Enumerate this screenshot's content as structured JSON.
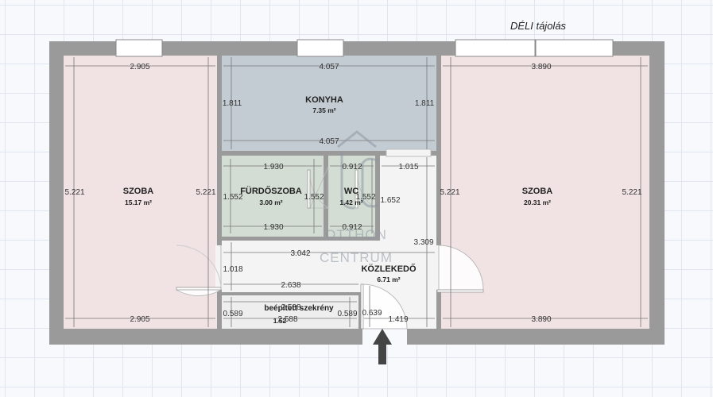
{
  "orientation": "DÉLI tájolás",
  "watermark": {
    "line1": "OTTHON",
    "line2": "CENTRUM",
    "logo": "house-logo-icon"
  },
  "rooms": {
    "szoba_left": {
      "name": "SZOBA",
      "area": "15.17 m²"
    },
    "konyha": {
      "name": "KONYHA",
      "area": "7.35 m²"
    },
    "furdoszoba": {
      "name": "FÜRDŐSZOBA",
      "area": "3.00 m²"
    },
    "wc": {
      "name": "WC",
      "area": "1.42 m²"
    },
    "kozlekedo": {
      "name": "KÖZLEKEDŐ",
      "area": "6.71 m²"
    },
    "beepitett": {
      "name": "beépített szekrény",
      "area": "1.52"
    },
    "szoba_right": {
      "name": "SZOBA",
      "area": "20.31 m²"
    }
  },
  "dimensions": {
    "left_top": "2.905",
    "left_bottom": "2.905",
    "left_h1": "5.221",
    "left_h2": "5.221",
    "kitchen_top": "4.057",
    "kitchen_bottom": "4.057",
    "kitchen_h1": "1.811",
    "kitchen_h2": "1.811",
    "bath_top": "1.930",
    "bath_bottom": "1.930",
    "bath_h1": "1.552",
    "bath_h2": "1.552",
    "wc_top": "0.912",
    "wc_bottom": "0.912",
    "wc_h1": "1.552",
    "wc_h2": "1.652",
    "hall_top": "1.015",
    "hall_h": "3.309",
    "hall_w1": "3.042",
    "hall_w2": "2.638",
    "hall_h2": "1.018",
    "closet_top": "2.588",
    "closet_bottom": "2.588",
    "closet_h1": "0.589",
    "closet_h2": "0.589",
    "entry_h": "0.639",
    "entry_w": "1.419",
    "right_top": "3.890",
    "right_bottom": "3.890",
    "right_h1": "5.221",
    "right_h2": "5.221"
  },
  "colors": {
    "wall": "#9a9a9a",
    "room_pink": "#f1e3e3",
    "kitchen": "#c4ccd3",
    "bath": "#d4ddd3",
    "hall": "#f4f4f4"
  }
}
